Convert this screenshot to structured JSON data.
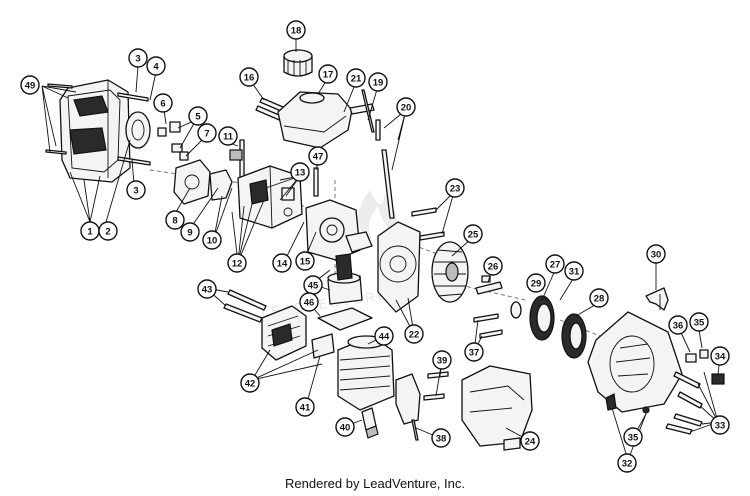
{
  "watermark_text": "LEADVENTURE",
  "footer": {
    "text": "Rendered by LeadVenture, Inc."
  },
  "callouts": [
    {
      "label": "1"
    },
    {
      "label": "2"
    },
    {
      "label": "3"
    },
    {
      "label": "3"
    },
    {
      "label": "4"
    },
    {
      "label": "5"
    },
    {
      "label": "6"
    },
    {
      "label": "7"
    },
    {
      "label": "8"
    },
    {
      "label": "9"
    },
    {
      "label": "10"
    },
    {
      "label": "11"
    },
    {
      "label": "12"
    },
    {
      "label": "13"
    },
    {
      "label": "14"
    },
    {
      "label": "15"
    },
    {
      "label": "16"
    },
    {
      "label": "17"
    },
    {
      "label": "18"
    },
    {
      "label": "19"
    },
    {
      "label": "20"
    },
    {
      "label": "21"
    },
    {
      "label": "22"
    },
    {
      "label": "23"
    },
    {
      "label": "24"
    },
    {
      "label": "25"
    },
    {
      "label": "26"
    },
    {
      "label": "27"
    },
    {
      "label": "28"
    },
    {
      "label": "29"
    },
    {
      "label": "30"
    },
    {
      "label": "31"
    },
    {
      "label": "32"
    },
    {
      "label": "33"
    },
    {
      "label": "34"
    },
    {
      "label": "35"
    },
    {
      "label": "35"
    },
    {
      "label": "36"
    },
    {
      "label": "37"
    },
    {
      "label": "38"
    },
    {
      "label": "39"
    },
    {
      "label": "40"
    },
    {
      "label": "41"
    },
    {
      "label": "42"
    },
    {
      "label": "43"
    },
    {
      "label": "44"
    },
    {
      "label": "45"
    },
    {
      "label": "46"
    },
    {
      "label": "47"
    },
    {
      "label": "49"
    }
  ]
}
